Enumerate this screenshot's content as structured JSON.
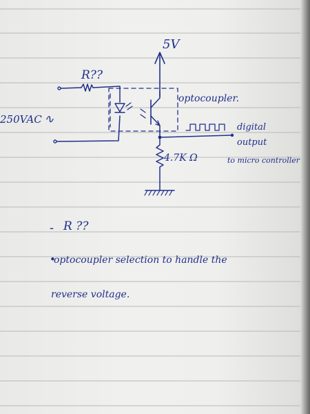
{
  "ink_color": "#1f2f8c",
  "paper_color": "#efefed",
  "diagram": {
    "supply_label": "5V",
    "resistor_label": "R??",
    "input_label": "250VAC",
    "input_symbol": "∿",
    "optocoupler_label": "optocoupler.",
    "output_label_line1": "digital",
    "output_label_line2": "output",
    "output_label_line3": "to micro controller",
    "pulldown_label": "4.7K Ω"
  },
  "notes": [
    {
      "bullet": "-",
      "text": "R ??"
    },
    {
      "bullet": "•",
      "text": "optocoupler selection to handle the"
    },
    {
      "bullet": "",
      "text": "reverse voltage."
    }
  ]
}
